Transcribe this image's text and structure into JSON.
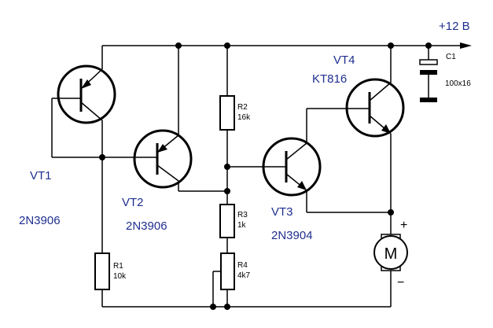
{
  "supply": {
    "label": "+12 В"
  },
  "transistors": {
    "vt1": {
      "name": "VT1",
      "type": "2N3906"
    },
    "vt2": {
      "name": "VT2",
      "type": "2N3906"
    },
    "vt3": {
      "name": "VT3",
      "type": "2N3904"
    },
    "vt4": {
      "name": "VT4",
      "type": "KT816"
    }
  },
  "resistors": {
    "r1": {
      "name": "R1",
      "value": "10k"
    },
    "r2": {
      "name": "R2",
      "value": "16k"
    },
    "r3": {
      "name": "R3",
      "value": "1k"
    },
    "r4": {
      "name": "R4",
      "value": "4k7"
    }
  },
  "capacitor": {
    "name": "C1",
    "value": "100x16"
  },
  "motor": {
    "symbol": "M",
    "plus": "+",
    "minus": "−"
  },
  "colors": {
    "label": "#1f2f8f",
    "wire": "#000000"
  }
}
